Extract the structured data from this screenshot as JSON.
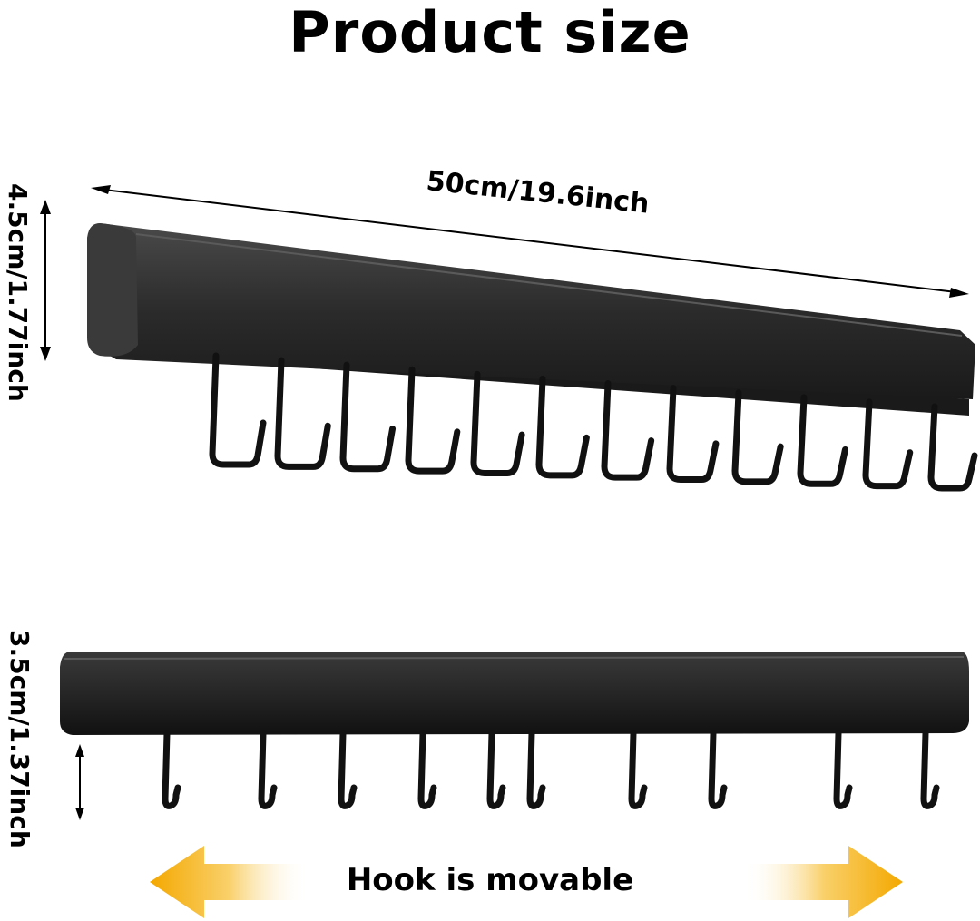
{
  "title": "Product size",
  "top_rack": {
    "length_label": "50cm/19.6inch",
    "height_label": "4.5cm/1.77inch",
    "hook_count": 12
  },
  "bottom_rack": {
    "height_label": "3.5cm/1.37inch",
    "hook_count": 10
  },
  "movable_label": "Hook is movable",
  "colors": {
    "rack": "#2a2a2a",
    "arrow": "#f5b000",
    "text": "#000000"
  }
}
